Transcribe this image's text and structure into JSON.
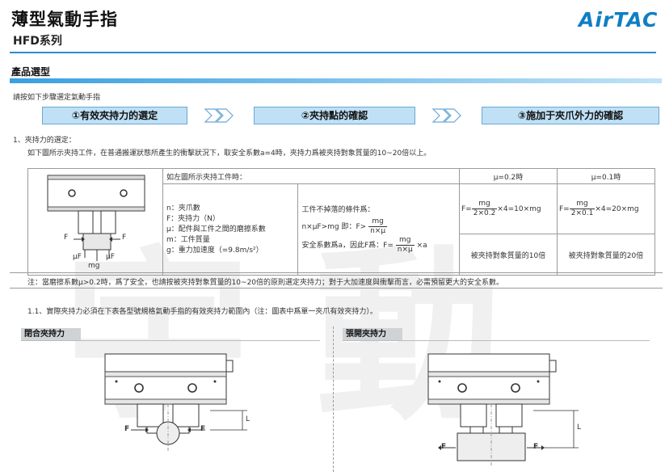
{
  "header": {
    "title": "薄型氣動手指",
    "series": "HFD系列",
    "logo": "AirTAC"
  },
  "section": {
    "title": "產品選型",
    "intro": "請按如下步驟選定氣動手指"
  },
  "steps": [
    {
      "label": "①有效夾持力的選定"
    },
    {
      "label": "②夾持點的確認"
    },
    {
      "label": "③施加于夾爪外力的確認"
    }
  ],
  "item1": {
    "heading": "1、夾持力的選定：",
    "desc": "如下圖所示夾持工件，在普通搬運狀態所產生的衝擊狀況下，取安全系數a=4時，夾持力爲被夾持對象質量的10~20倍以上。"
  },
  "table": {
    "header_left": "如左圖所示夾持工件時：",
    "header_mu1": "μ=0.2時",
    "header_mu2": "μ=0.1時",
    "legend": [
      "n：夾爪數",
      "F：夾持力（N）",
      "μ：配件與工件之間的磨擦系數",
      "m：工件質量",
      "g：重力加速度（=9.8m/s²）"
    ],
    "cond_line1": "工件不掉落的條件爲：",
    "cond_line2_a": "n×μF>mg  即：F>",
    "cond_frac_num": "mg",
    "cond_frac_den": "n×μ",
    "cond_line3_a": "安全系數爲a，因此F爲：F=",
    "cond3_frac_num": "mg",
    "cond3_frac_den": "n×μ",
    "cond_line3_b": "×a",
    "f1_pre": "F=",
    "f1_num": "mg",
    "f1_den": "2×0.2",
    "f1_post": "×4=10×mg",
    "f2_pre": "F=",
    "f2_num": "mg",
    "f2_den": "2×0.1",
    "f2_post": "×4=20×mg",
    "result1": "被夾持對象質量的10倍",
    "result2": "被夾持對象質量的20倍"
  },
  "diagram_labels": {
    "f": "F",
    "muf": "μF",
    "mg": "mg",
    "l": "L"
  },
  "note": "注：當磨擦系數μ>0.2時，爲了安全，也請按被夾持對象質量的10~20倍的原則選定夾持力；對于大加速度與衝擊而言，必需預留更大的安全系數。",
  "item11": "1.1、實際夾持力必須在下表各型號規格氣動手指的有效夾持力範圍內（注：圖表中爲單一夾爪有效夾持力）。",
  "tags": {
    "closing": "閉合夾持力",
    "opening": "張開夾持力"
  },
  "watermark": "宇 動"
}
